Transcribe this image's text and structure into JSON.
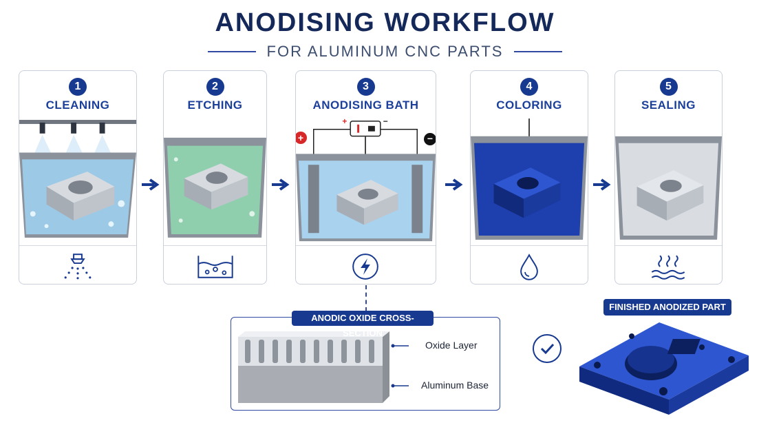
{
  "title": "ANODISING WORKFLOW",
  "subtitle": "FOR ALUMINUM CNC PARTS",
  "steps": [
    {
      "number": "1",
      "label": "CLEANING"
    },
    {
      "number": "2",
      "label": "ETCHING"
    },
    {
      "number": "3",
      "label": "ANODISING BATH"
    },
    {
      "number": "4",
      "label": "COLORING"
    },
    {
      "number": "5",
      "label": "SEALING"
    }
  ],
  "bath": {
    "plus_sign": "+",
    "minus_sign": "−",
    "positive_terminal": "+",
    "negative_terminal": "−"
  },
  "cross_section": {
    "title": "ANODIC OXIDE CROSS-SECTION",
    "oxide_label": "Oxide Layer",
    "base_label": "Aluminum Base"
  },
  "finished": {
    "label": "FINISHED ANODIZED PART"
  },
  "colors": {
    "navy": "#15285a",
    "accent_blue": "#17398f",
    "cleaning_water": "#9cc9e6",
    "etching_water": "#8fcfae",
    "anodising_water": "#a9d2ee",
    "coloring_dye": "#1e3fae",
    "sealing_water": "#d9dde2"
  }
}
